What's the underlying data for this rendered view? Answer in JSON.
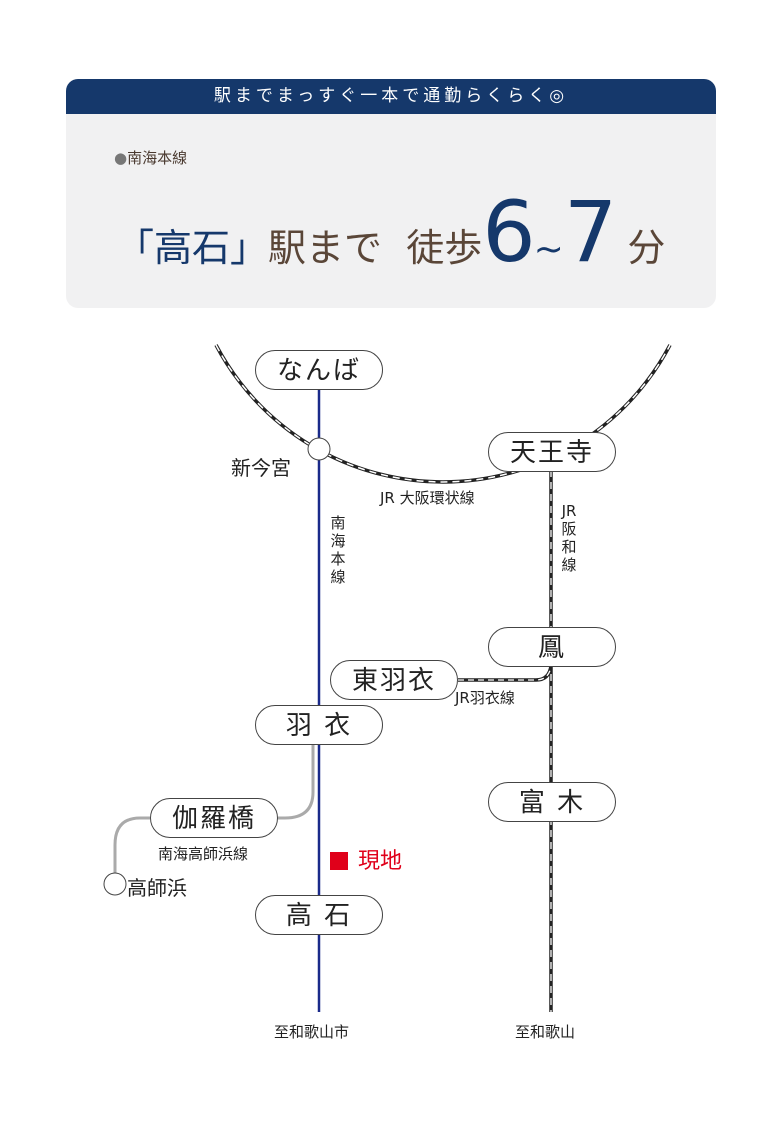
{
  "header": {
    "banner": "駅までまっすぐ一本で通勤らくらく◎",
    "line_bullet": "●",
    "line_name": "南海本線",
    "station_quote": "「高石」",
    "to_station": "駅まで",
    "walk": "徒歩",
    "min_time": "6",
    "tilde": "~",
    "max_time": "7",
    "unit": "分"
  },
  "map": {
    "stations": {
      "namba": "なんば",
      "shinimamiya": "新今宮",
      "tennoji": "天王寺",
      "otori": "鳳",
      "higashihagoromo": "東羽衣",
      "hagoromo": "羽 衣",
      "tomiki": "富 木",
      "kyarabashi": "伽羅橋",
      "takashinohama": "高師浜",
      "takaishi": "高 石"
    },
    "lines": {
      "loop": "JR 大阪環状線",
      "nankai_main": "南海本線",
      "hanwa": "JR阪和線",
      "hagoromo_line": "JR羽衣線",
      "takashinohama_line": "南海高師浜線"
    },
    "current_location": "現地",
    "directions": {
      "wakayamashi": "至和歌山市",
      "wakayama": "至和歌山"
    },
    "colors": {
      "nankai": "#1a2a8a",
      "here": "#e0001a",
      "branch": "#aaaaaa"
    }
  }
}
